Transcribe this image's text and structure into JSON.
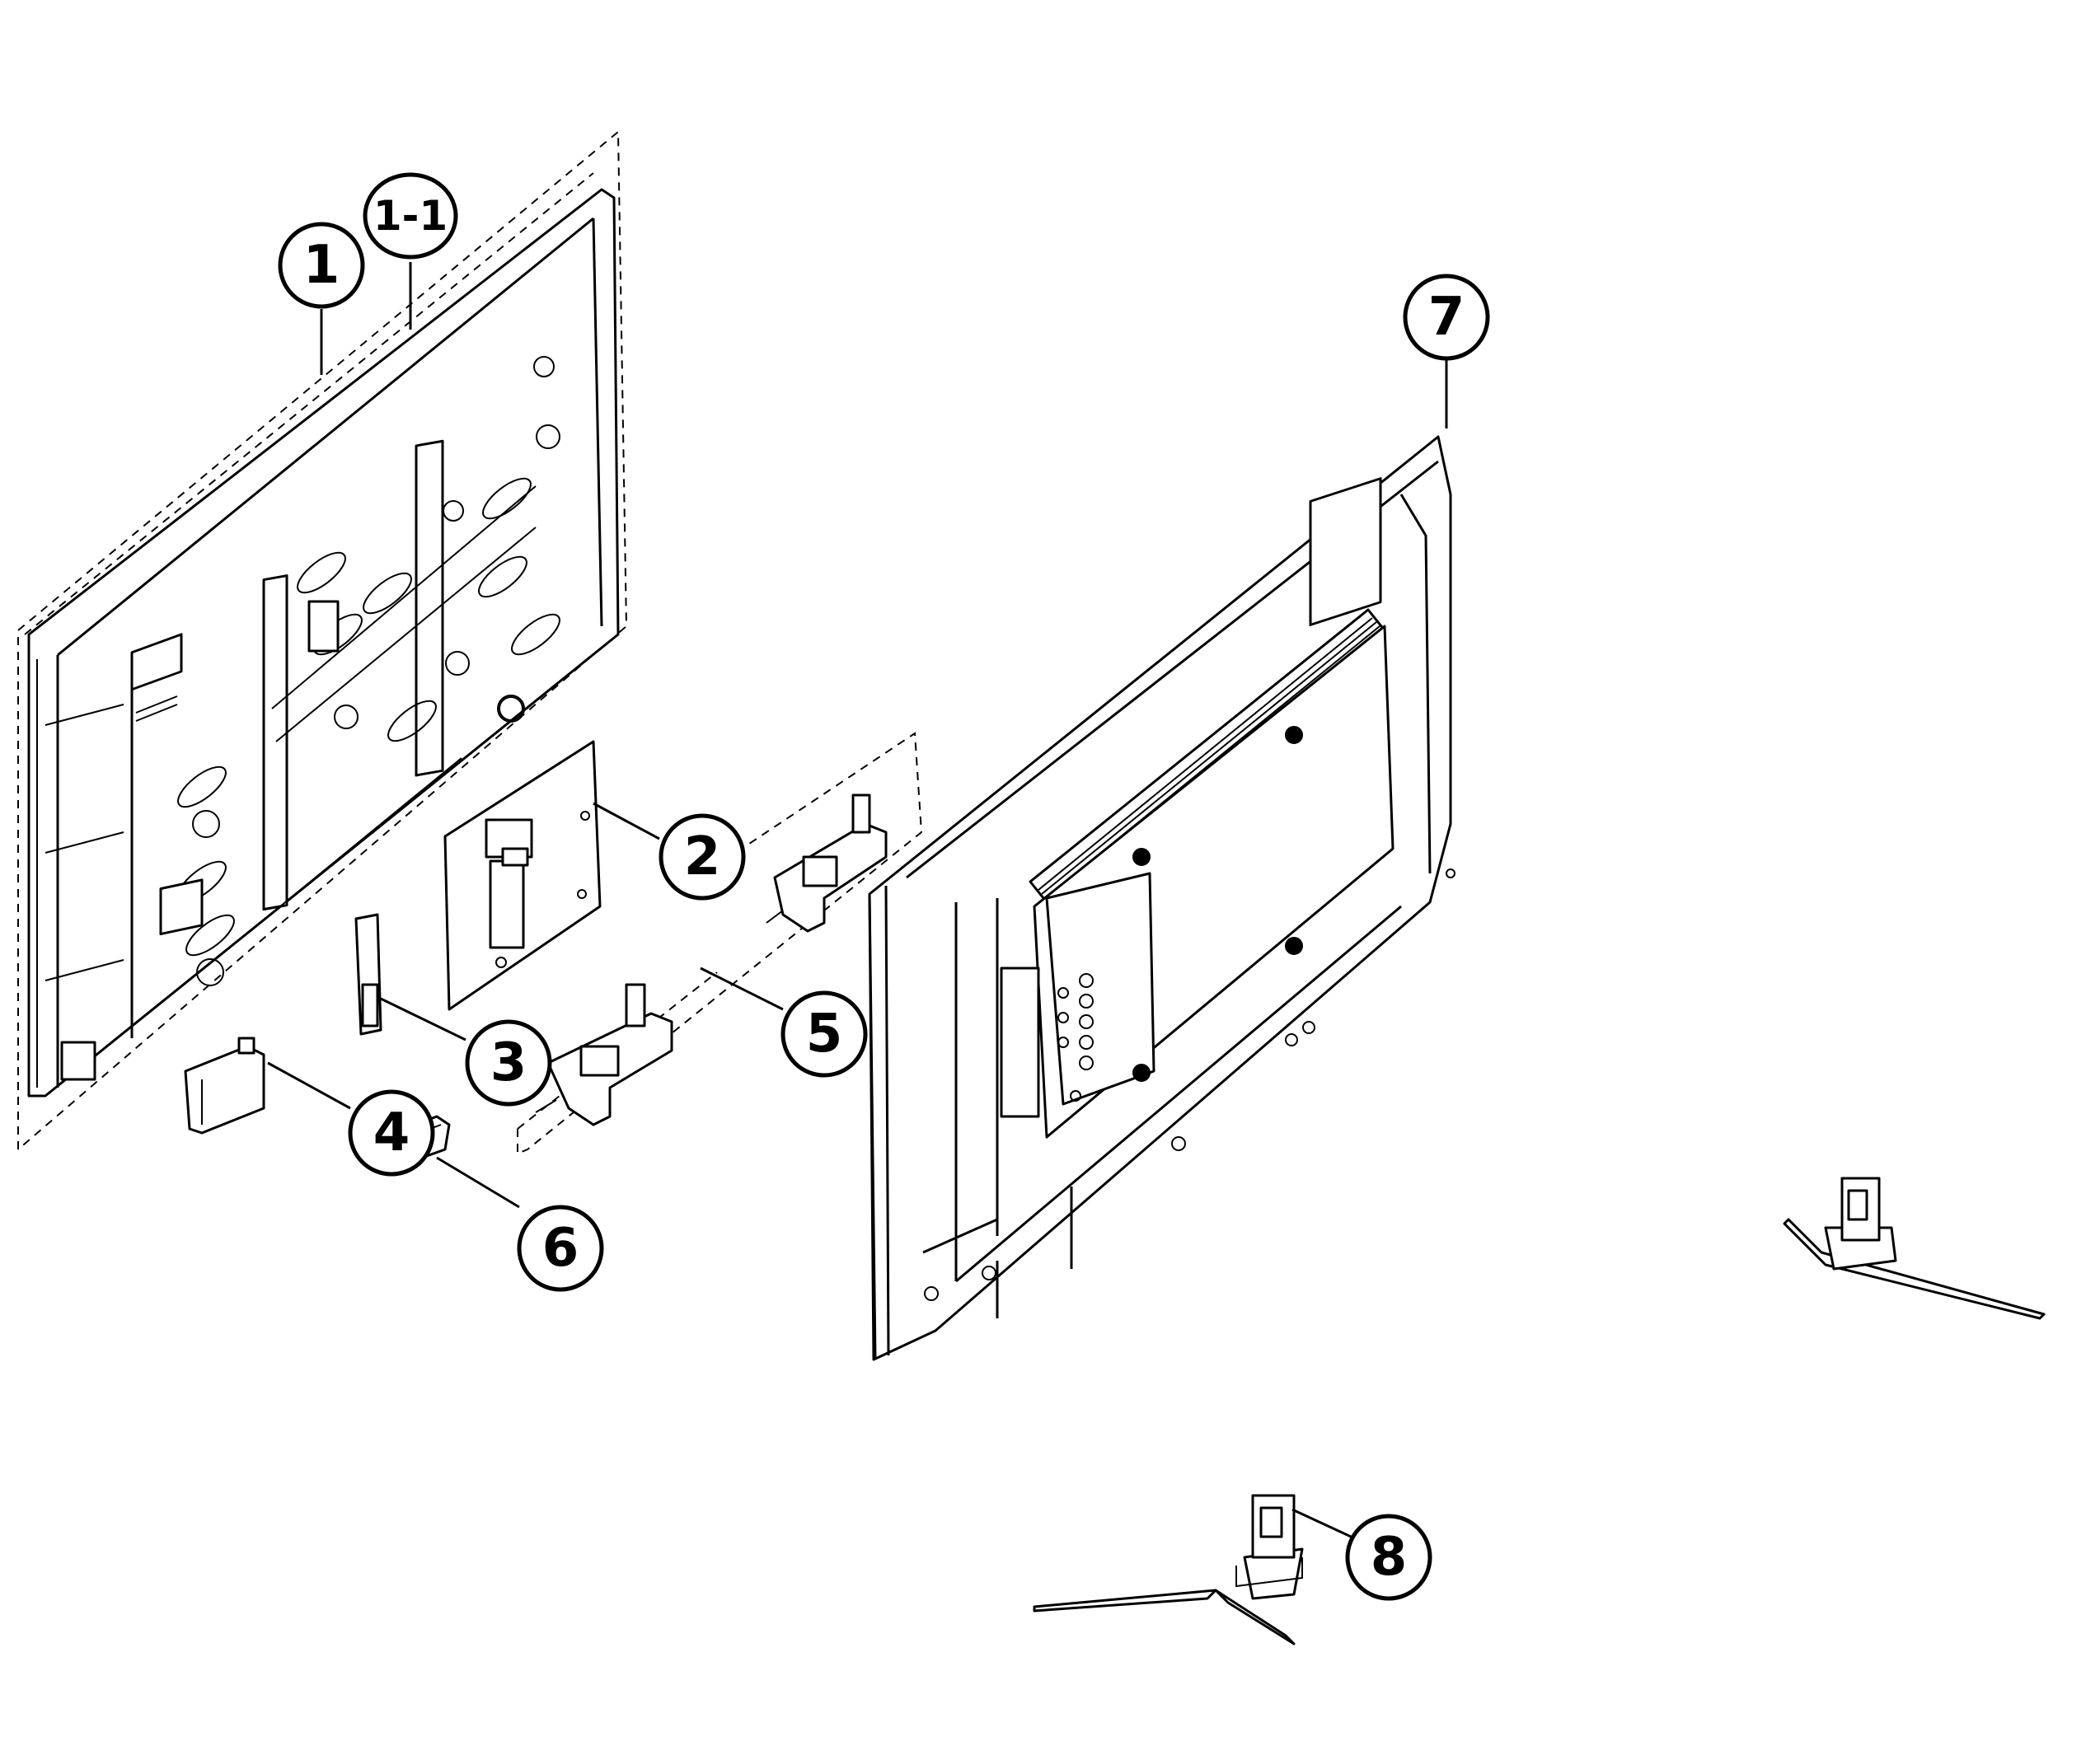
{
  "diagram": {
    "callouts": [
      {
        "id": "c1",
        "label": "1"
      },
      {
        "id": "c1-1",
        "label": "1-1"
      },
      {
        "id": "c2",
        "label": "2"
      },
      {
        "id": "c3",
        "label": "3"
      },
      {
        "id": "c4",
        "label": "4"
      },
      {
        "id": "c5",
        "label": "5"
      },
      {
        "id": "c6",
        "label": "6"
      },
      {
        "id": "c7",
        "label": "7"
      },
      {
        "id": "c8",
        "label": "8"
      }
    ]
  }
}
